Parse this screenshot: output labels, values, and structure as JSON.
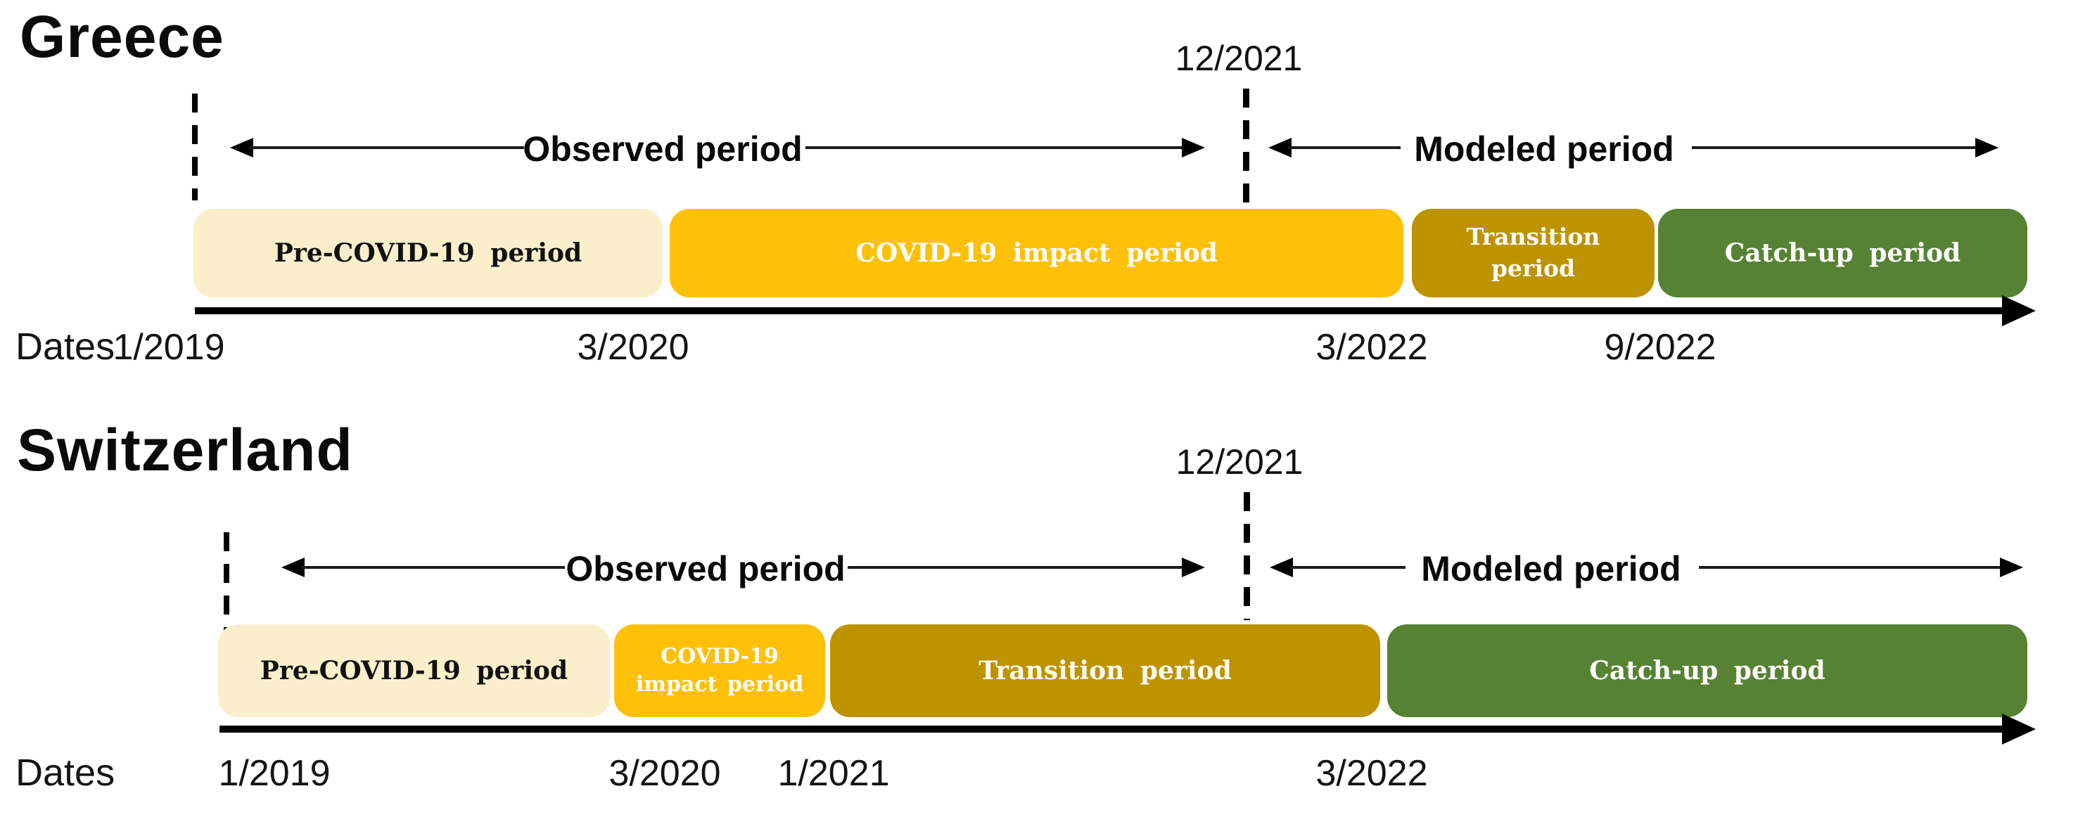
{
  "figure": {
    "colors": {
      "pre_covid_box": "#FBEFCB",
      "covid_impact_box": "#FFC008",
      "transition_box": "#BD9300",
      "catch_up_box": "#578234",
      "axis_and_text": "#000000",
      "box_text_light": "#FFFFFF",
      "box_text_dark": "#111111"
    },
    "sections": [
      {
        "title": "Greece",
        "milestone_date": "12/2021",
        "observed_arrow_label": "Observed period",
        "modeled_arrow_label": "Modeled period",
        "dates_axis_label": "Dates",
        "periods": [
          {
            "label": "Pre-COVID-19 period",
            "start": "1/2019",
            "end": "3/2020"
          },
          {
            "label": "COVID-19 impact period",
            "start": "3/2020",
            "end": "3/2022"
          },
          {
            "label": "Transition period",
            "start": "3/2022",
            "end": "9/2022"
          },
          {
            "label": "Catch-up period",
            "start": "9/2022"
          }
        ],
        "axis_dates": [
          "1/2019",
          "3/2020",
          "3/2022",
          "9/2022"
        ]
      },
      {
        "title": "Switzerland",
        "milestone_date": "12/2021",
        "observed_arrow_label": "Observed period",
        "modeled_arrow_label": "Modeled period",
        "dates_axis_label": "Dates",
        "periods": [
          {
            "label": "Pre-COVID-19 period",
            "start": "1/2019",
            "end": "3/2020"
          },
          {
            "label": "COVID-19 impact period",
            "start": "3/2020",
            "end": "1/2021"
          },
          {
            "label": "Transition period",
            "start": "1/2021",
            "end": "3/2022"
          },
          {
            "label": "Catch-up period",
            "start": "3/2022"
          }
        ],
        "axis_dates": [
          "1/2019",
          "3/2020",
          "1/2021",
          "3/2022"
        ]
      }
    ]
  }
}
